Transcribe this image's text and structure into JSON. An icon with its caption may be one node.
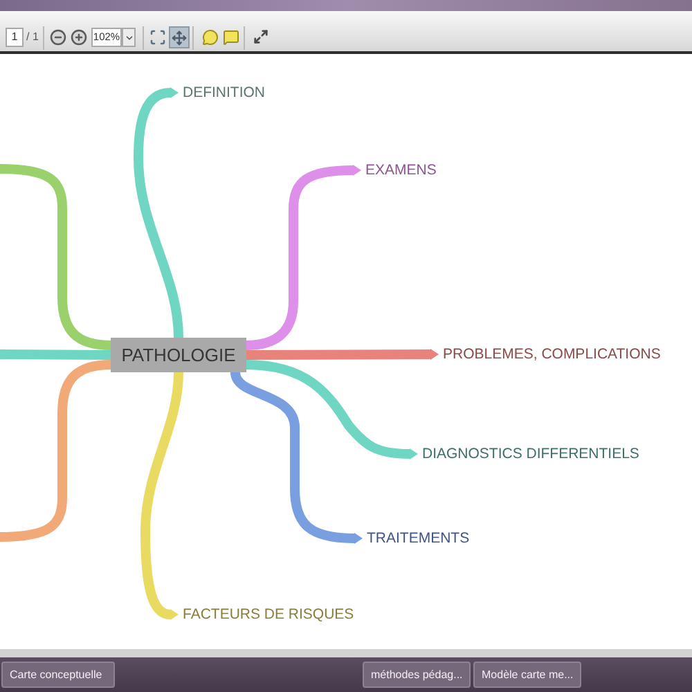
{
  "diagram": {
    "nodes": [
      {
        "text": [
          "PATHOLOGIE"
        ]
      },
      {
        "text": [
          "DEFINITION"
        ]
      },
      {
        "text": [
          "EXAMENS"
        ]
      },
      {
        "text": [
          "PROBLEMES, COMPLICATIONS"
        ]
      },
      {
        "text": [
          "DIAGNOSTICS DIFFERENTIELS"
        ]
      },
      {
        "text": [
          "TRAITEMENTS"
        ]
      },
      {
        "text": [
          "FACTEURS DE RISQUES"
        ]
      }
    ],
    "edges": [
      {
        "from": 0,
        "to": 1,
        "arrow": "to"
      },
      {
        "from": 0,
        "to": 2,
        "arrow": "to",
        "color": "#dd8fe9"
      },
      {
        "from": 0,
        "to": 3,
        "arrow": "to",
        "color": "#e8837c"
      },
      {
        "from": 0,
        "to": 4,
        "arrow": "to"
      },
      {
        "from": 0,
        "to": 5,
        "arrow": "to",
        "color": "#7a9fe0"
      },
      {
        "from": 0,
        "to": 6,
        "arrow": "to",
        "color": "#e9da62"
      },
      {
        "from": 0,
        "to": null,
        "arrow": "none"
      },
      {
        "from": 0,
        "to": null,
        "arrow": "none",
        "color": "#9bd16d"
      },
      {
        "from": 0,
        "to": null,
        "arrow": "none",
        "color": "#f0a977"
      }
    ],
    "labels": [
      "1",
      "/ 1",
      "102%",
      "Carte conceptuelle",
      "méthodes pédag...",
      "Modèle carte me..."
    ]
  }
}
